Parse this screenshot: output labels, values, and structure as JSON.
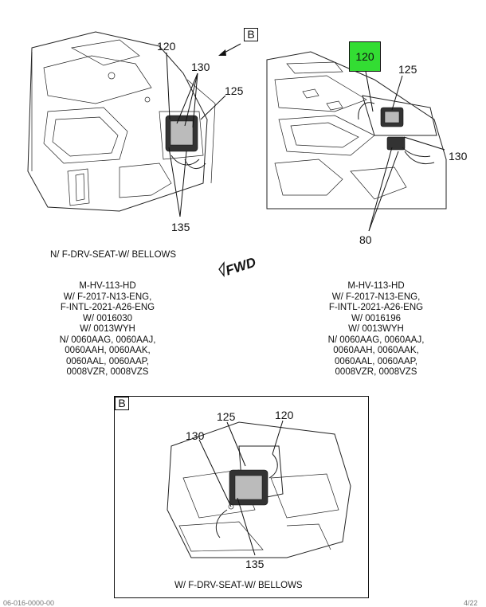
{
  "view_left": {
    "callouts": {
      "c120": "120",
      "c130": "130",
      "c125": "125",
      "c135": "135"
    },
    "note": "N/ F-DRV-SEAT-W/ BELLOWS",
    "caption": "M-HV-113-HD\nW/ F-2017-N13-ENG,\nF-INTL-2021-A26-ENG\nW/ 0016030\nW/ 0013WYH\nN/ 0060AAG, 0060AAJ,\n0060AAH, 0060AAK,\n0060AAL, 0060AAP,\n0008VZR, 0008VZS"
  },
  "view_right": {
    "callouts": {
      "c120": "120",
      "c125": "125",
      "c130": "130",
      "c80": "80"
    },
    "highlight_color": "#33dd33",
    "caption": "M-HV-113-HD\nW/ F-2017-N13-ENG,\nF-INTL-2021-A26-ENG\nW/ 0016196\nW/ 0013WYH\nN/ 0060AAG, 0060AAJ,\n0060AAH, 0060AAK,\n0060AAL, 0060AAP,\n0008VZR, 0008VZS"
  },
  "detail_ref": "B",
  "fwd_label": "FWD",
  "detail_b": {
    "ref": "B",
    "callouts": {
      "c125": "125",
      "c120": "120",
      "c130": "130",
      "c135": "135"
    },
    "note": "W/ F-DRV-SEAT-W/ BELLOWS"
  },
  "footer": {
    "left": "06-016-0000-00",
    "right": "4/22"
  }
}
